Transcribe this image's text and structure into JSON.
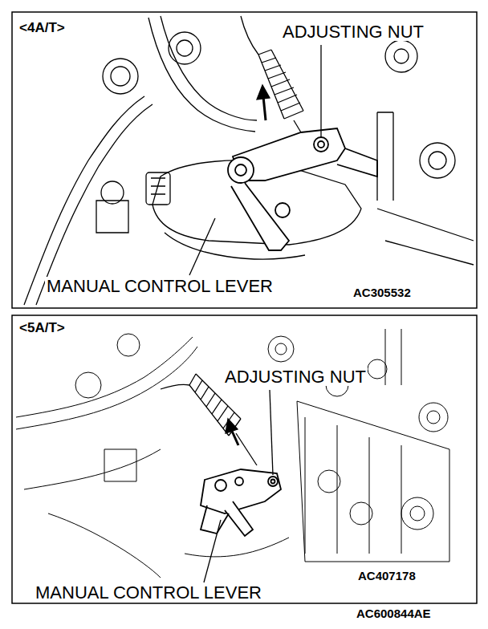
{
  "diagram": {
    "labels": [
      "<4A/T>",
      "ADJUSTING NUT",
      "MANUAL CONTROL LEVER",
      "AC305532",
      "<5A/T>",
      "ADJUSTING NUT",
      "MANUAL CONTROL LEVER",
      "AC407178",
      "AC600844AE"
    ]
  }
}
